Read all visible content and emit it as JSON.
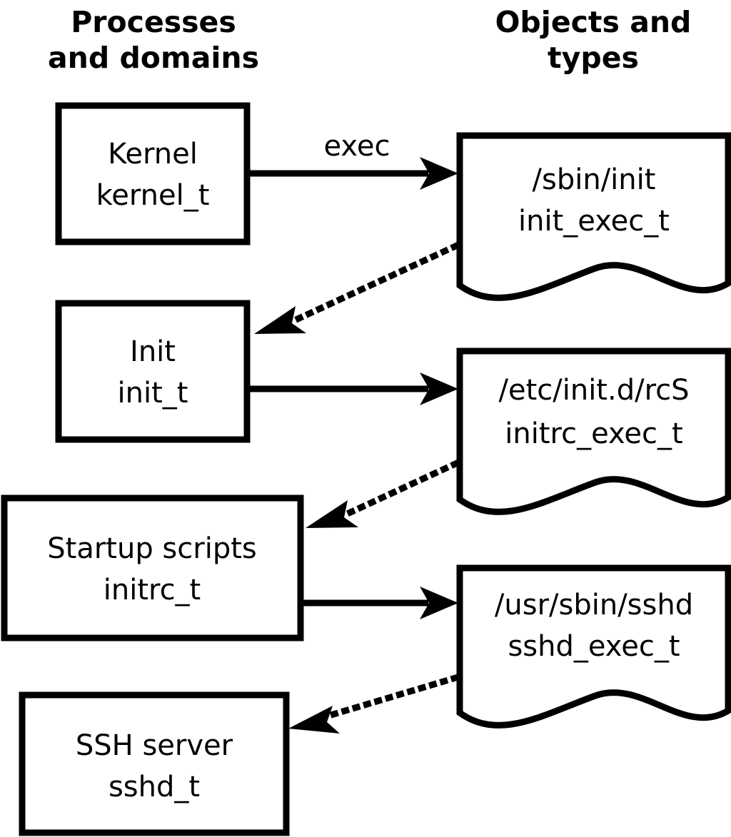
{
  "columns": {
    "left": {
      "line1": "Processes",
      "line2": "and domains"
    },
    "right": {
      "line1": "Objects and",
      "line2": "types"
    }
  },
  "process_nodes": [
    {
      "id": "kernel",
      "name": "Kernel",
      "type": "kernel_t"
    },
    {
      "id": "init",
      "name": "Init",
      "type": "init_t"
    },
    {
      "id": "initrc",
      "name": "Startup scripts",
      "type": "initrc_t"
    },
    {
      "id": "sshd",
      "name": "SSH server",
      "type": "sshd_t"
    }
  ],
  "object_nodes": [
    {
      "id": "init_exec",
      "path": "/sbin/init",
      "type": "init_exec_t"
    },
    {
      "id": "initrc_exec",
      "path": "/etc/init.d/rcS",
      "type": "initrc_exec_t"
    },
    {
      "id": "sshd_exec",
      "path": "/usr/sbin/sshd",
      "type": "sshd_exec_t"
    }
  ],
  "edges": [
    {
      "id": "kernel-exec-init",
      "from": "kernel",
      "to": "init_exec",
      "style": "solid",
      "label": "exec"
    },
    {
      "id": "init_exec-to-init",
      "from": "init_exec",
      "to": "init",
      "style": "dotted",
      "label": ""
    },
    {
      "id": "init-exec-initrc",
      "from": "init",
      "to": "initrc_exec",
      "style": "solid",
      "label": ""
    },
    {
      "id": "initrc_exec-to-initrc",
      "from": "initrc_exec",
      "to": "initrc",
      "style": "dotted",
      "label": ""
    },
    {
      "id": "initrc-exec-sshd",
      "from": "initrc",
      "to": "sshd_exec",
      "style": "solid",
      "label": ""
    },
    {
      "id": "sshd_exec-to-sshd",
      "from": "sshd_exec",
      "to": "sshd",
      "style": "dotted",
      "label": ""
    }
  ],
  "colors": {
    "stroke": "#000000",
    "fill": "#ffffff",
    "background": "#ffffff"
  }
}
